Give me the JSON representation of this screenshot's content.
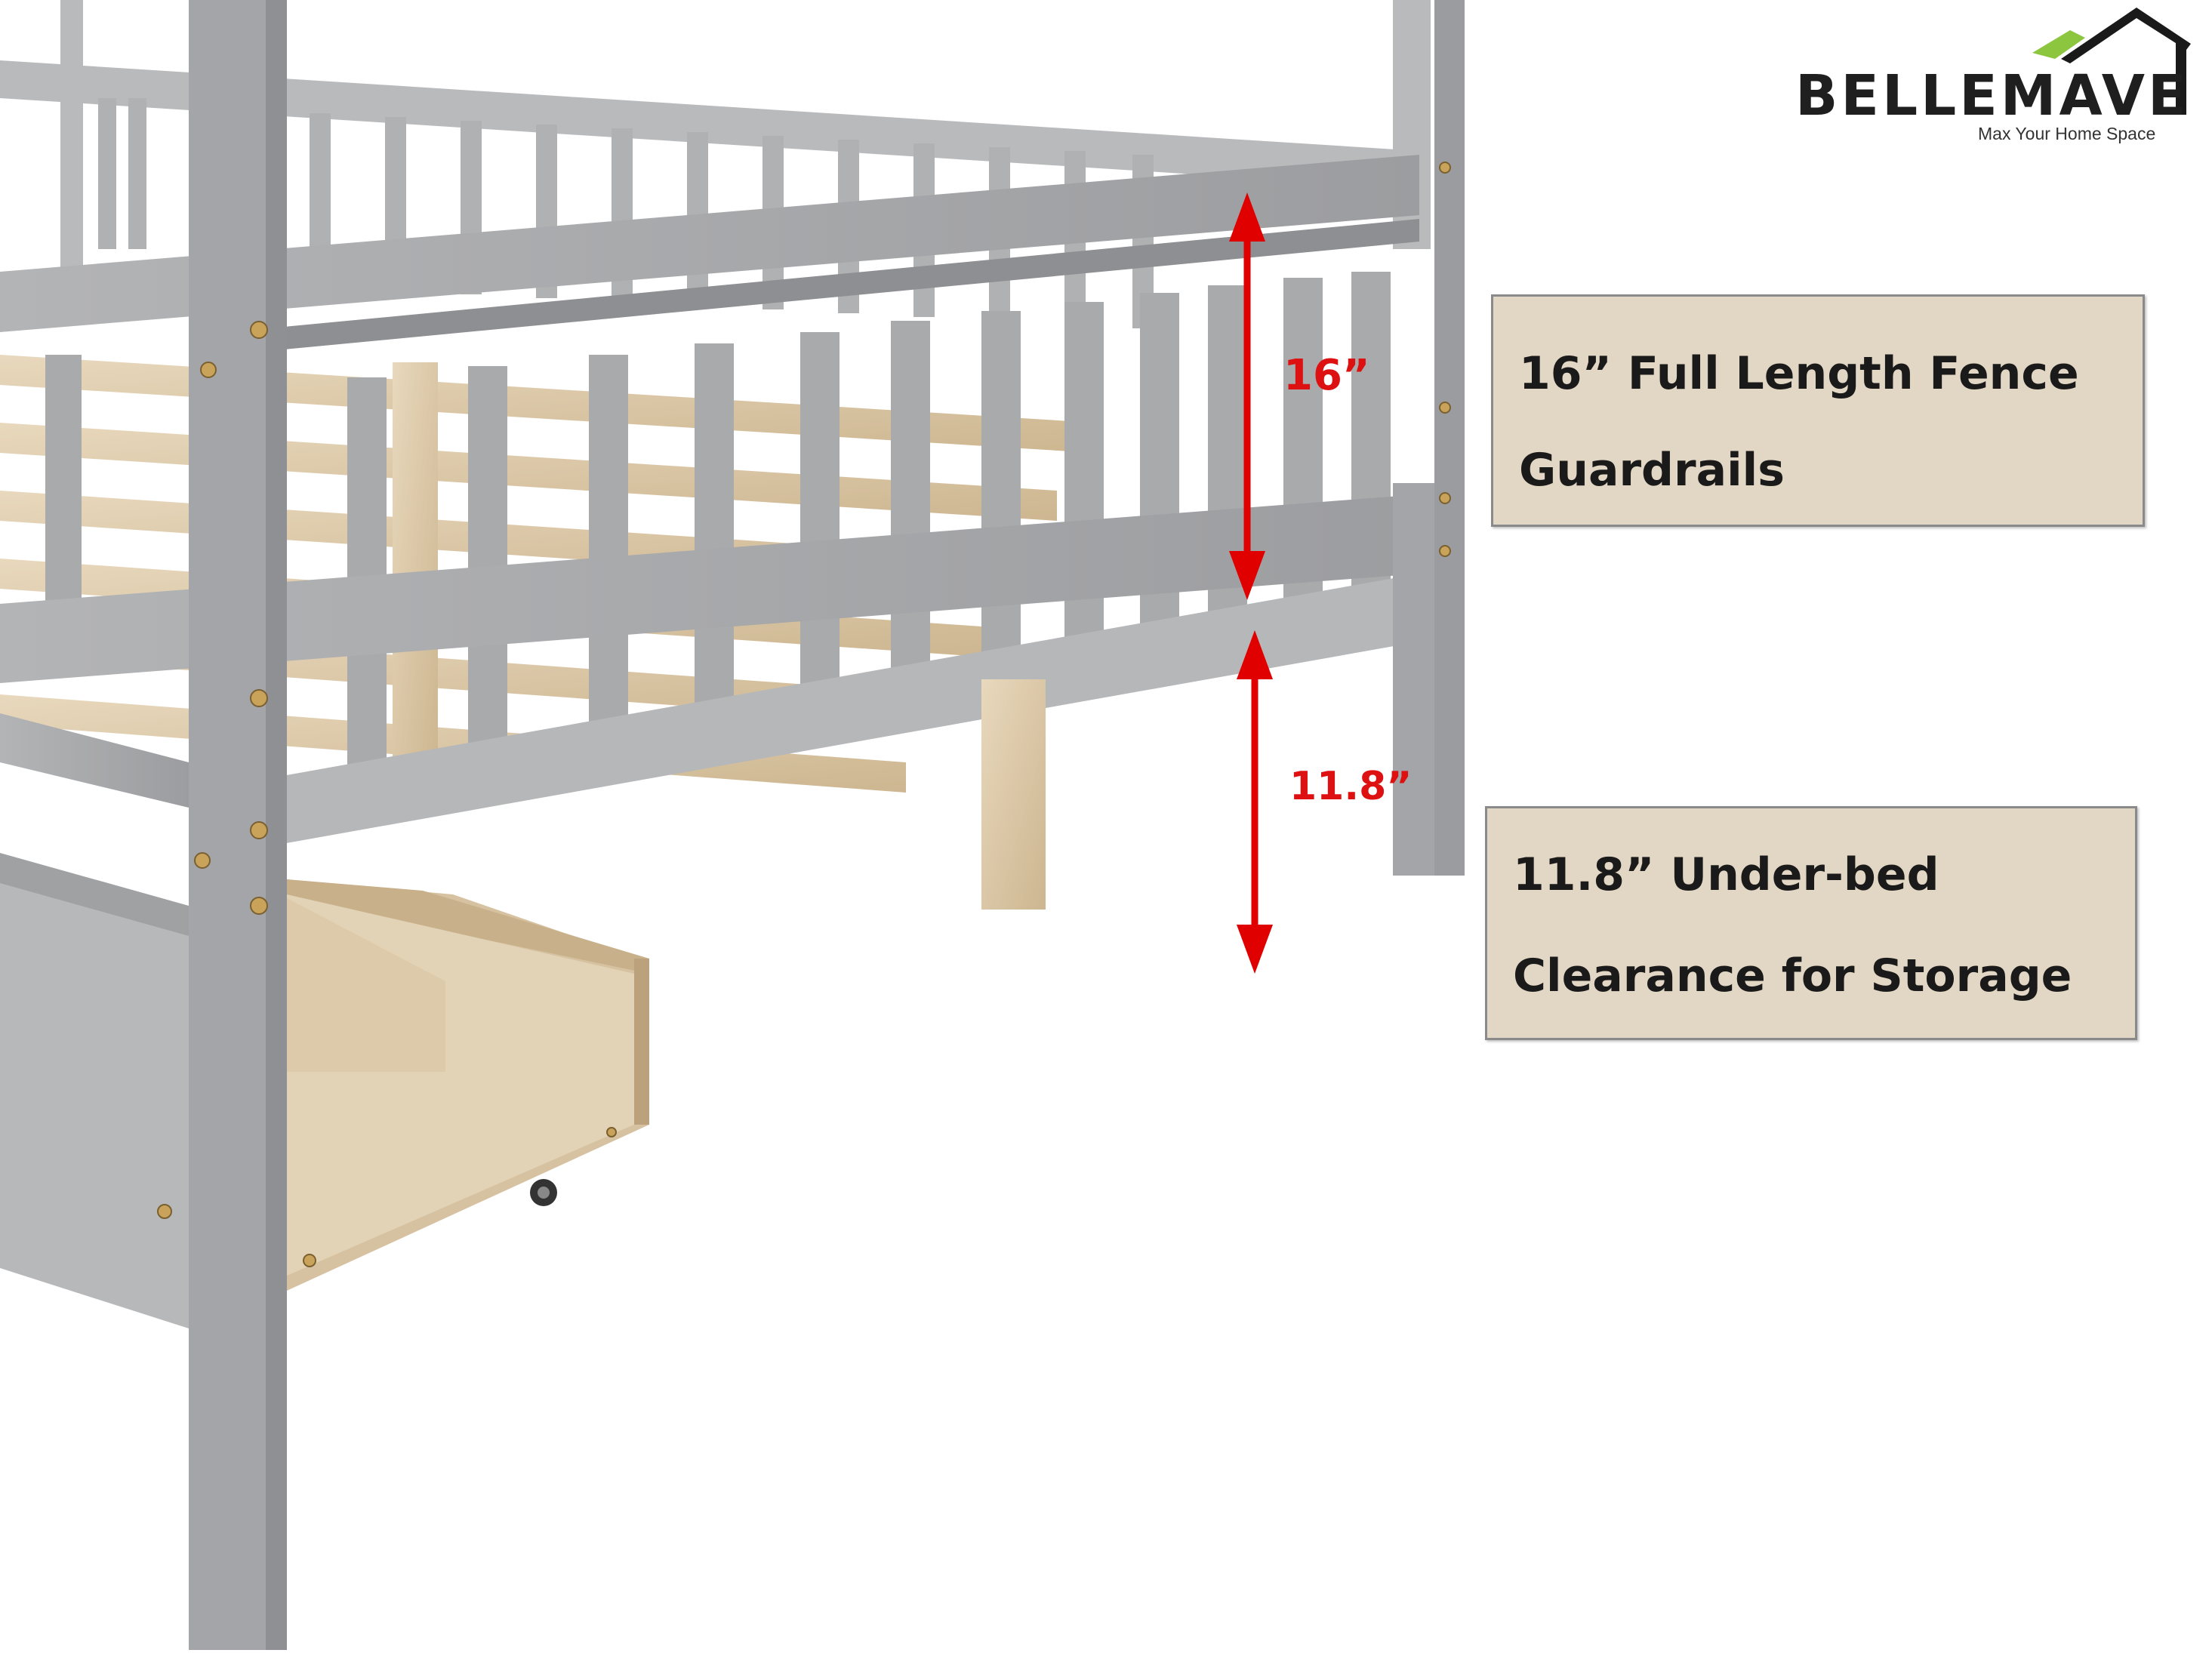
{
  "brand": {
    "name": "BELLEMAVE",
    "tagline": "Max Your Home Space",
    "icon": "house-roof-logo-icon",
    "colors": {
      "text": "#1f1f1f",
      "roof_accent": "#8cc63f",
      "roof_dark": "#1a1a1a"
    }
  },
  "dimensions": {
    "guardrail_height": "16”",
    "clearance_height": "11.8”",
    "arrow_color": "#e00000"
  },
  "callouts": [
    {
      "line1": "16” Full Length Fence",
      "line2": "Guardrails"
    },
    {
      "line1": "11.8” Under-bed",
      "line2": "Clearance for Storage"
    }
  ],
  "colors": {
    "frame_gray": "#a7a8aa",
    "wood": "#dcc9a8",
    "callout_bg": "#e2d6c4"
  }
}
